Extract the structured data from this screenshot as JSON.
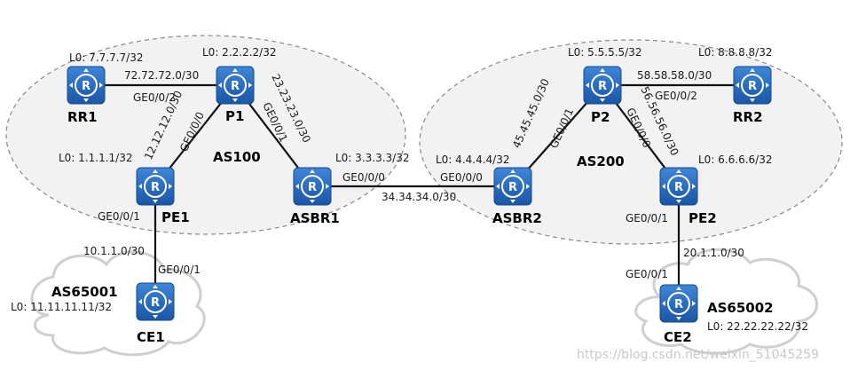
{
  "as_labels": {
    "as100": "AS100",
    "as200": "AS200",
    "as65001": "AS65001",
    "as65002": "AS65002"
  },
  "routers": {
    "rr1": {
      "name": "RR1",
      "loopback": "L0: 7.7.7.7/32"
    },
    "p1": {
      "name": "P1",
      "loopback": "L0: 2.2.2.2/32"
    },
    "pe1": {
      "name": "PE1",
      "loopback": "L0: 1.1.1.1/32"
    },
    "asbr1": {
      "name": "ASBR1",
      "loopback": "L0: 3.3.3.3/32"
    },
    "asbr2": {
      "name": "ASBR2",
      "loopback": "L0: 4.4.4.4/32"
    },
    "p2": {
      "name": "P2",
      "loopback": "L0: 5.5.5.5/32"
    },
    "rr2": {
      "name": "RR2",
      "loopback": "L0: 8.8.8.8/32"
    },
    "pe2": {
      "name": "PE2",
      "loopback": "L0: 6.6.6.6/32"
    },
    "ce1": {
      "name": "CE1",
      "loopback": "L0: 11.11.11.11/32"
    },
    "ce2": {
      "name": "CE2",
      "loopback": "L0: 22.22.22.22/32"
    }
  },
  "links": {
    "rr1_p1": {
      "subnet": "72.72.72.0/30",
      "if_a": "GE0/0/2"
    },
    "pe1_p1": {
      "subnet": "12.12.12.0/30",
      "if_a": "GE0/0/0"
    },
    "p1_asbr1": {
      "subnet": "23.23.23.0/30",
      "if_a": "GE0/0/1"
    },
    "asbr1_asbr2": {
      "subnet": "34.34.34.0/30",
      "if_a": "GE0/0/0",
      "if_b": "GE0/0/0"
    },
    "asbr2_p2": {
      "subnet": "45.45.45.0/30",
      "if_a": "GE0/0/1"
    },
    "p2_rr2": {
      "subnet": "58.58.58.0/30",
      "if_a": "GE0/0/2"
    },
    "p2_pe2": {
      "subnet": "56.56.56.0/30",
      "if_a": "GE0/0/0"
    },
    "pe1_ce1": {
      "subnet": "10.1.1.0/30",
      "if_a": "GE0/0/1",
      "if_b": "GE0/0/1"
    },
    "pe2_ce2": {
      "subnet": "20.1.1.0/30",
      "if_a": "GE0/0/1",
      "if_b": "GE0/0/1"
    }
  },
  "watermark": "https://blog.csdn.net/weixin_51045259",
  "colors": {
    "router": "#1f63b8",
    "router_edge": "#154a8c",
    "link": "#111111",
    "region": "#888888"
  }
}
